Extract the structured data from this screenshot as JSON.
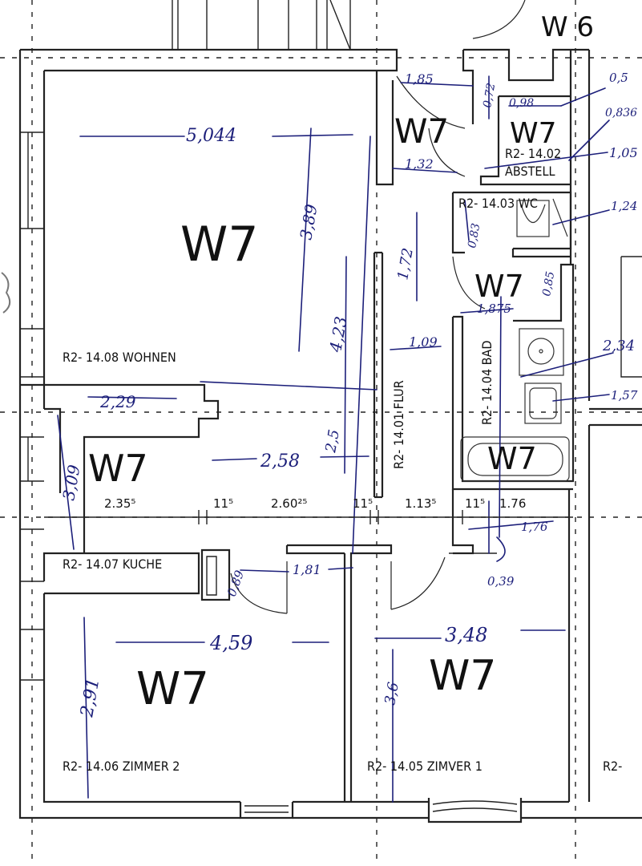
{
  "rooms": {
    "wohnen": {
      "label": "R2- 14.08 WOHNEN",
      "mark": "W7"
    },
    "kueche": {
      "label": "R2- 14.07 KUCHE",
      "mark": "W7"
    },
    "zimmer2": {
      "label": "R2- 14.06 ZIMMER 2",
      "mark": "W7"
    },
    "zimmer1": {
      "label": "R2- 14.05 ZIMVER 1",
      "mark": "W7"
    },
    "flur": {
      "label": "R2- 14.01 FLUR",
      "mark": "W7"
    },
    "abstell": {
      "label1": "R2- 14.02",
      "label2": "ABSTELL",
      "mark": "W7"
    },
    "wc": {
      "label": "R2- 14.03 WC"
    },
    "bad": {
      "label": "R2- 14.04 BAD",
      "mark1": "W7",
      "mark2": "W7"
    },
    "edge": {
      "label": "R2-"
    },
    "top_right": {
      "mark": "W 6"
    }
  },
  "printed_dimensions": [
    "2.35⁵",
    "11⁵",
    "2.60²⁵",
    "11⁵",
    "1.13⁵",
    "11⁵",
    "1.76"
  ],
  "handwritten_dimensions": {
    "wohnen_width": "5,044",
    "wohnen_depth": "3,89",
    "wohnen_diag": "4,23",
    "flur_len": "1,72",
    "flur_width": "1,09",
    "kueche_width": "2,29",
    "kueche_depth": "3,09",
    "kueche_inner": "2,58",
    "kueche_side": "2,5",
    "door_kueche": "0,89",
    "door_zimmer2": "1,81",
    "zimmer2_width": "4,59",
    "zimmer2_depth": "2,91",
    "zimmer1_width": "3,48",
    "zimmer1_depth": "3,6",
    "hall_top": "1,85",
    "hall_small": "0,72",
    "hall_mid": "1,32",
    "abstell_w": "0,98",
    "abstell_d": "0,836",
    "edge_05": "0,5",
    "edge_105": "1,05",
    "wc_d": "1,24",
    "wc_w": "0,83",
    "bad_dim1": "1,875",
    "bad_dim2": "0,85",
    "bad_w": "2,34",
    "bad_d": "1,57",
    "corridor_w": "1,76",
    "corridor_d": "0,39"
  }
}
